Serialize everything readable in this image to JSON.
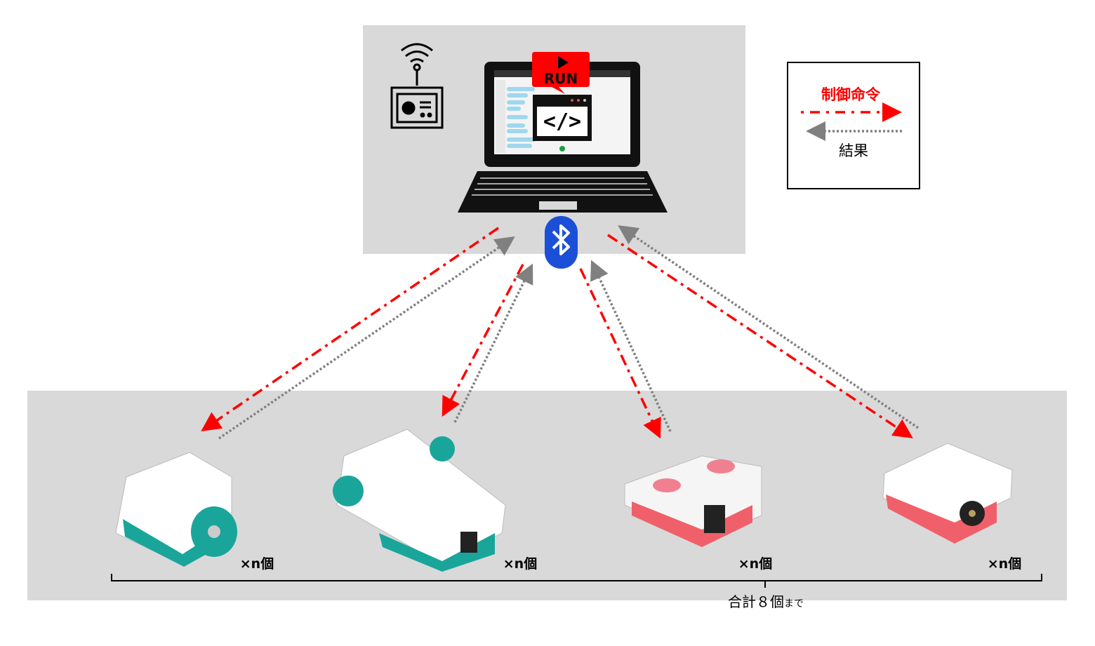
{
  "laptop": {
    "run_label": "RUN"
  },
  "legend": {
    "command_label": "制御命令",
    "result_label": "結果",
    "command_color": "#ff0000",
    "result_color": "#808080"
  },
  "devices": [
    {
      "name": "medium-motor",
      "count_label": "×n個",
      "accent": "#1aa59a"
    },
    {
      "name": "hub",
      "count_label": "×n個",
      "accent": "#1aa59a"
    },
    {
      "name": "force-sensor",
      "count_label": "×n個",
      "accent": "#f0606a"
    },
    {
      "name": "distance-sensor",
      "count_label": "×n個",
      "accent": "#f0606a"
    }
  ],
  "total": {
    "label": "合計８個",
    "suffix": "まで"
  }
}
